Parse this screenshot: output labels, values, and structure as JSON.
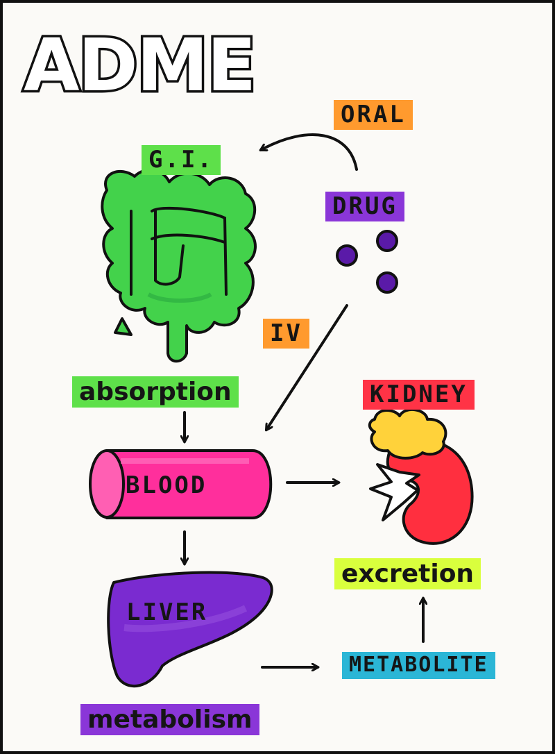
{
  "title": "ADME",
  "labels": {
    "gi": "G.I.",
    "oral": "ORAL",
    "drug": "DRUG",
    "iv": "IV",
    "absorption": "absorption",
    "kidney": "KIDNEY",
    "blood": "BLOOD",
    "excretion": "excretion",
    "liver": "LIVER",
    "metabolite": "METABOLITE",
    "metabolism": "metabolism"
  },
  "colors": {
    "green": "#5ee04a",
    "orange": "#ff9a2e",
    "purple": "#8a36d8",
    "pink": "#ff2f9c",
    "red": "#ff3346",
    "yellow": "#d9ff3d",
    "blue": "#2bb6d6",
    "intestine": "#3fcf4a",
    "liver_fill": "#7a2bd0",
    "kidney_fill": "#ff2f3f",
    "adrenal": "#ffd23a"
  },
  "icons": [
    "intestine-icon",
    "drug-pills-icon",
    "blood-vessel-icon",
    "kidney-icon",
    "liver-icon"
  ]
}
